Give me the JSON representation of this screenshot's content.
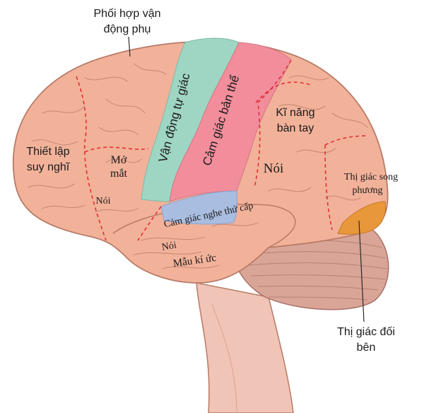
{
  "diagram": {
    "labels": {
      "phoi_hop_line1": "Phối hợp vận",
      "phoi_hop_line2": "động phụ",
      "van_dong_tu_giac": "Vận động tự giác",
      "cam_giac_ban_the": "Cảm giác bản thể",
      "ki_nang_line1": "Kĩ năng",
      "ki_nang_line2": "bàn tay",
      "thiet_lap_line1": "Thiết lập",
      "thiet_lap_line2": "suy nghĩ",
      "mo_mat_line1": "Mở",
      "mo_mat_line2": "mắt",
      "noi_frontal": "Nói",
      "noi_parietal": "Nói",
      "noi_temporal": "Nói",
      "cam_giac_nghe": "Cảm giác nghe thứ cấp",
      "mau_ki_uc": "Mẫu kí ức",
      "thi_giac_song_line1": "Thị giác song",
      "thi_giac_song_line2": "phương",
      "thi_giac_doi_line1": "Thị giác đối",
      "thi_giac_doi_line2": "bên"
    },
    "colors": {
      "brain": "#f2b29a",
      "brain_outline": "#b87a66",
      "gyri_lines": "#c98a75",
      "dashed": "#e0303a",
      "motor": "#9fd6c3",
      "sensory": "#f28e9c",
      "auditory": "#a9bde0",
      "occipital": "#e8973a",
      "cerebellum": "#d9a597",
      "stem": "#f0c4b6"
    }
  }
}
